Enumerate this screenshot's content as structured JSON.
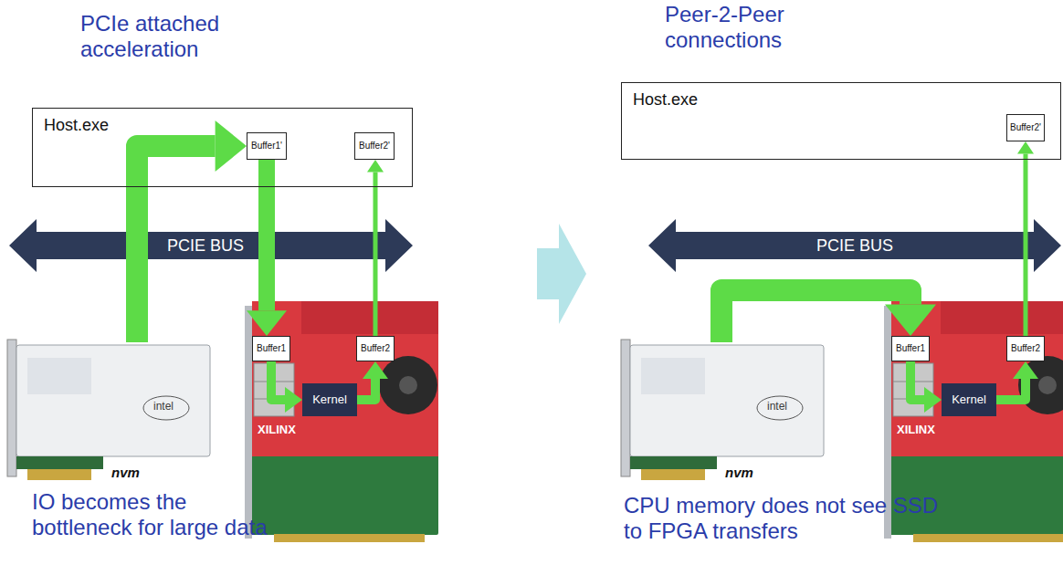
{
  "diagram": {
    "nodes": [
      {
        "text": [
          "Host.exe"
        ]
      },
      {
        "text": [
          "Buffer1'"
        ],
        "in": 0
      },
      {
        "text": [
          "Buffer2'"
        ],
        "in": 0
      },
      {
        "text": [
          "PCIE BUS"
        ]
      },
      {
        "text": [
          "intel",
          "nvm"
        ]
      },
      {
        "text": [
          "XILINX"
        ]
      },
      {
        "text": [
          "Buffer1"
        ],
        "in": 5
      },
      {
        "text": [
          "Buffer2"
        ],
        "in": 5
      },
      {
        "text": [
          "Kernel"
        ],
        "in": 5
      },
      {
        "text": [
          "Host.exe"
        ]
      },
      {
        "text": [
          "Buffer2'"
        ],
        "in": 9
      },
      {
        "text": [
          "PCIE BUS"
        ]
      },
      {
        "text": [
          "intel",
          "nvm"
        ]
      },
      {
        "text": [
          "XILINX"
        ]
      },
      {
        "text": [
          "Buffer1"
        ],
        "in": 13
      },
      {
        "text": [
          "Buffer2"
        ],
        "in": 13
      },
      {
        "text": [
          "Kernel"
        ],
        "in": 13
      }
    ],
    "edges": [
      {
        "from": 4,
        "to": 1,
        "arrow": "to"
      },
      {
        "from": 1,
        "to": 6,
        "arrow": "to"
      },
      {
        "from": 7,
        "to": 2,
        "arrow": "to"
      },
      {
        "from": 6,
        "to": 8,
        "arrow": "to"
      },
      {
        "from": 8,
        "to": 7,
        "arrow": "to"
      },
      {
        "from": 12,
        "to": 14,
        "arrow": "to"
      },
      {
        "from": 14,
        "to": 16,
        "arrow": "to"
      },
      {
        "from": 16,
        "to": 15,
        "arrow": "to"
      },
      {
        "from": 15,
        "to": 10,
        "arrow": "to"
      }
    ],
    "labels": [
      "PCIe attached acceleration",
      "IO becomes the bottleneck for large data",
      "Peer-2-Peer connections",
      "CPU memory does not see SSD to FPGA transfers"
    ]
  }
}
